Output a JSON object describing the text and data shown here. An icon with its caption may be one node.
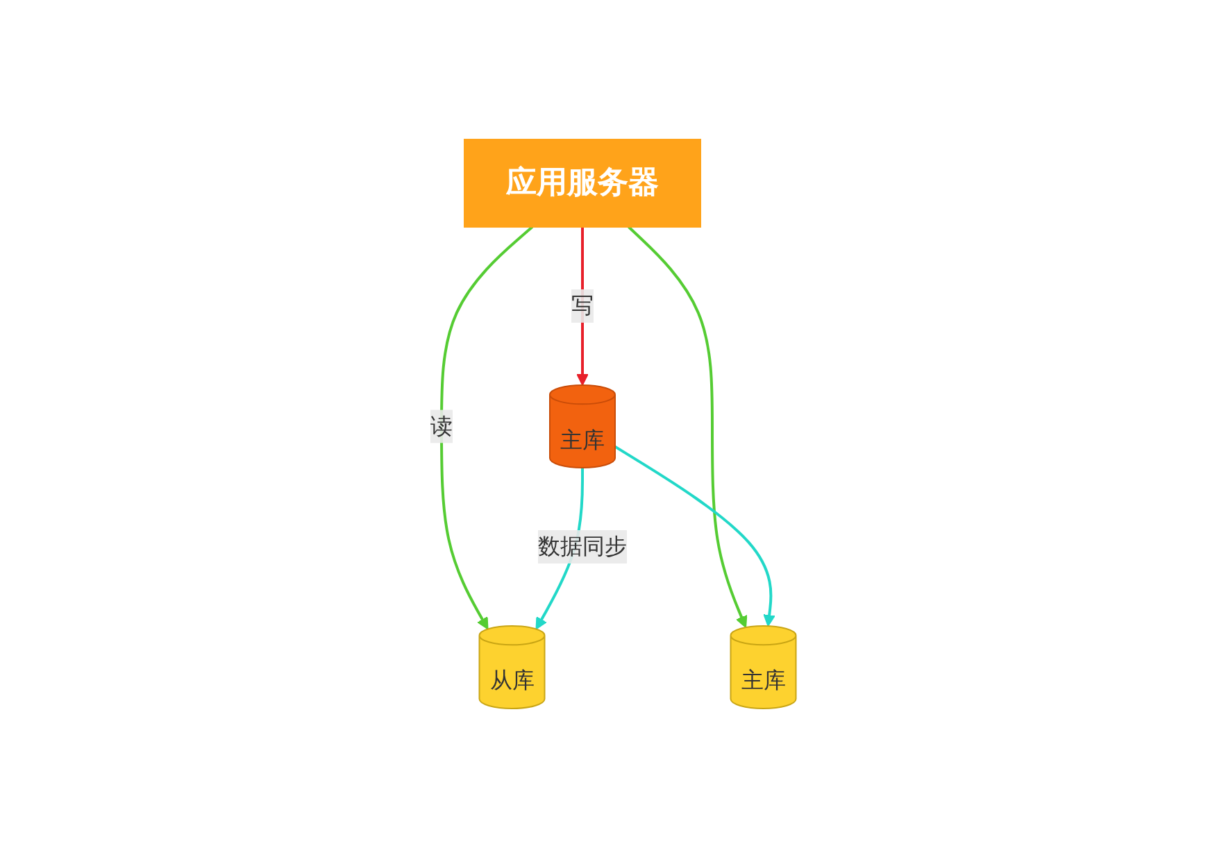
{
  "diagram": {
    "nodes": [
      {
        "text": [
          "应用服务器"
        ]
      },
      {
        "text": [
          "主库"
        ]
      },
      {
        "text": [
          "从库"
        ]
      },
      {
        "text": [
          "主库"
        ]
      }
    ],
    "edges": [
      {
        "from": 0,
        "to": 1,
        "arrow": "to",
        "label": "写",
        "color": "#e8202a"
      },
      {
        "from": 0,
        "to": 2,
        "arrow": "to",
        "label": "读",
        "color": "#55cc33"
      },
      {
        "from": 0,
        "to": 3,
        "arrow": "to",
        "color": "#55cc33"
      },
      {
        "from": 1,
        "to": 2,
        "arrow": "to",
        "label": "数据同步",
        "color": "#22d8c8"
      },
      {
        "from": 1,
        "to": 3,
        "arrow": "to",
        "color": "#22d8c8"
      }
    ]
  }
}
